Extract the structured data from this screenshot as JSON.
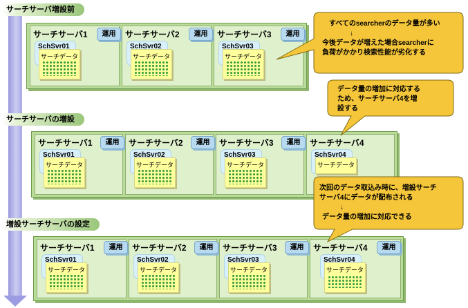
{
  "steps": [
    {
      "label": "サーチサーバ増設前"
    },
    {
      "label": "サーチサーバの増設"
    },
    {
      "label": "増設サーチサーバの設定"
    }
  ],
  "operation_tag": "運用",
  "data_label": "サーチデータ",
  "group1": {
    "servers": [
      {
        "title": "サーチサーバ1",
        "node": "SchSvr01"
      },
      {
        "title": "サーチサーバ2",
        "node": "SchSvr02"
      },
      {
        "title": "サーチサーバ3",
        "node": "SchSvr03"
      }
    ]
  },
  "group2": {
    "servers": [
      {
        "title": "サーチサーバ1",
        "node": "SchSvr01"
      },
      {
        "title": "サーチサーバ2",
        "node": "SchSvr02"
      },
      {
        "title": "サーチサーバ3",
        "node": "SchSvr03"
      },
      {
        "title": "サーチサーバ4",
        "node": "SchSvr04"
      }
    ]
  },
  "group3": {
    "servers": [
      {
        "title": "サーチサーバ1",
        "node": "SchSvr01"
      },
      {
        "title": "サーチサーバ2",
        "node": "SchSvr02"
      },
      {
        "title": "サーチサーバ3",
        "node": "SchSvr03"
      },
      {
        "title": "サーチサーバ4",
        "node": "SchSvr04"
      }
    ]
  },
  "callouts": {
    "c1": {
      "line1": "すべてのsearcherのデータ量が多い",
      "arrow": "↓",
      "line2": "今後データが増えた場合searcherに",
      "line3": "負荷がかかり検索性能が劣化する"
    },
    "c2": {
      "line1": "データ量の増加に対応する",
      "line2": "ため、サーチサーバ4を増",
      "line3": "設する"
    },
    "c3": {
      "line1": "次回のデータ取込み時に、増設サーチ",
      "line2": "サーバ4にデータが配布される",
      "arrow": "↓",
      "line3": "データ量の増加に対応できる"
    }
  },
  "colors": {
    "group_bg": "#b9dc9a",
    "server_bg": "#dff0cc",
    "node_bg": "#d8f0fa",
    "data_bg": "#ffff9c",
    "callout_bg": "#f5c63a",
    "tag_bg": "#b8daf0",
    "arrow": "#a8a8e6"
  }
}
